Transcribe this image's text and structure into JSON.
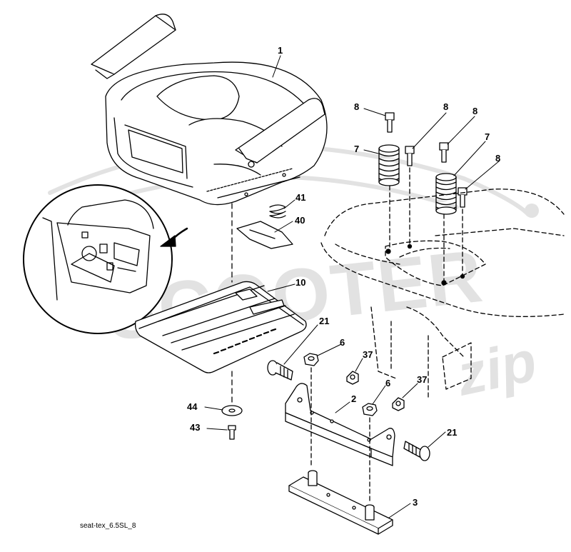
{
  "watermark": {
    "brand": "SCOOTER",
    "sub": "zip",
    "color": "#e2e2e2"
  },
  "callouts": {
    "seat": "1",
    "bracket_front": "2",
    "bracket_rear": "3",
    "nut_6a": "6",
    "nut_6b": "6",
    "spring_7a": "7",
    "spring_7b": "7",
    "screw_8a": "8",
    "screw_8b": "8",
    "screw_8c": "8",
    "screw_8d": "8",
    "seat_pan": "10",
    "bolt_21a": "21",
    "bolt_21b": "21",
    "nut_37a": "37",
    "nut_37b": "37",
    "clip": "40",
    "spring_small": "41",
    "bolt_43": "43",
    "washer_44": "44"
  },
  "caption": "seat-tex_6.5SL_8",
  "colors": {
    "line": "#000000",
    "fill": "#ffffff",
    "shade": "#d9d9d9"
  }
}
